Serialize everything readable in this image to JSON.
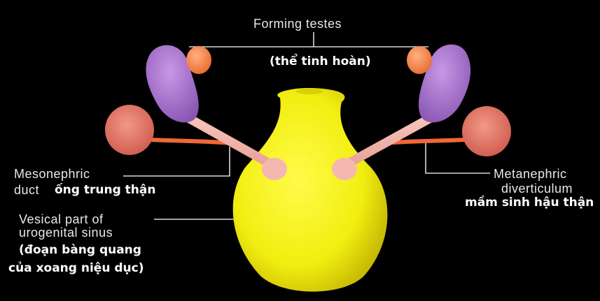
{
  "labels": {
    "forming_testes": "Forming testes",
    "forming_testes_vi": "(thể tinh hoàn)",
    "mesonephric_duct_line1": "Mesonephric",
    "mesonephric_duct_line2": "duct",
    "mesonephric_duct_vi": "ống trung thận",
    "metanephric_line1": "Metanephric",
    "metanephric_line2": "diverticulum",
    "metanephric_vi": "mầm sinh hậu thận",
    "vesical_line1": "Vesical part of",
    "vesical_line2": "urogenital sinus",
    "vesical_vi_line1": "(đoạn bàng quang",
    "vesical_vi_line2": "của xoang niệu dục)"
  },
  "colors": {
    "background": "#000000",
    "sinus": "#f2ee10",
    "testis": "#f48a52",
    "epididymis": "#a470c6",
    "kidney": "#e4705e",
    "duct": "#f2b0a8",
    "ureter": "#f06838",
    "leader_line": "#d8d8d8"
  }
}
